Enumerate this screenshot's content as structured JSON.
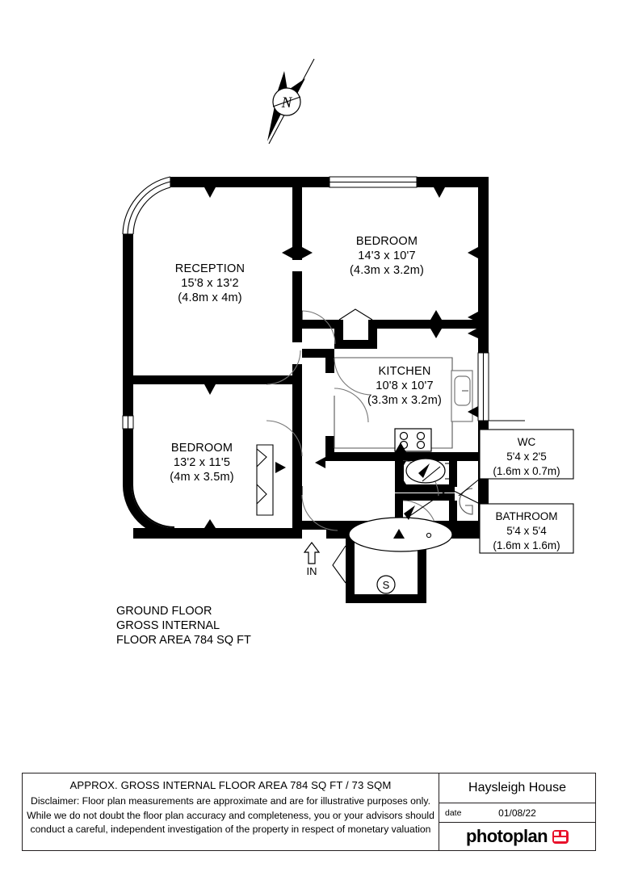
{
  "plan": {
    "rooms": [
      {
        "key": "reception",
        "name": "RECEPTION",
        "imperial": "15'8 x 13'2",
        "metric": "(4.8m x 4m)"
      },
      {
        "key": "bedroom-1",
        "name": "BEDROOM",
        "imperial": "14'3 x 10'7",
        "metric": "(4.3m x 3.2m)"
      },
      {
        "key": "kitchen",
        "name": "KITCHEN",
        "imperial": "10'8 x 10'7",
        "metric": "(3.3m x 3.2m)"
      },
      {
        "key": "bedroom-2",
        "name": "BEDROOM",
        "imperial": "13'2 x 11'5",
        "metric": "(4m x 3.5m)"
      }
    ],
    "callouts": [
      {
        "key": "wc",
        "name": "WC",
        "imperial": "5'4 x 2'5",
        "metric": "(1.6m x 0.7m)"
      },
      {
        "key": "bathroom",
        "name": "BATHROOM",
        "imperial": "5'4 x 5'4",
        "metric": "(1.6m x 1.6m)"
      }
    ],
    "floor_info": [
      "GROUND FLOOR",
      "GROSS INTERNAL",
      "FLOOR AREA 784 SQ FT"
    ],
    "entrance_label": "IN",
    "storage_symbol": "S",
    "compass_label": "N"
  },
  "footer": {
    "area_title": "APPROX. GROSS INTERNAL FLOOR AREA 784 SQ FT / 73 SQM",
    "disclaimer": [
      "Disclaimer: Floor plan measurements are approximate and are for illustrative purposes only.",
      "While we do not doubt the floor plan accuracy and completeness, you or your advisors should",
      "conduct a careful, independent investigation of the property in respect of monetary valuation"
    ],
    "property_name": "Haysleigh House",
    "date_label": "date",
    "date_value": "01/08/22",
    "brand_name": "photoplan",
    "brand_color": "#e8122b"
  }
}
